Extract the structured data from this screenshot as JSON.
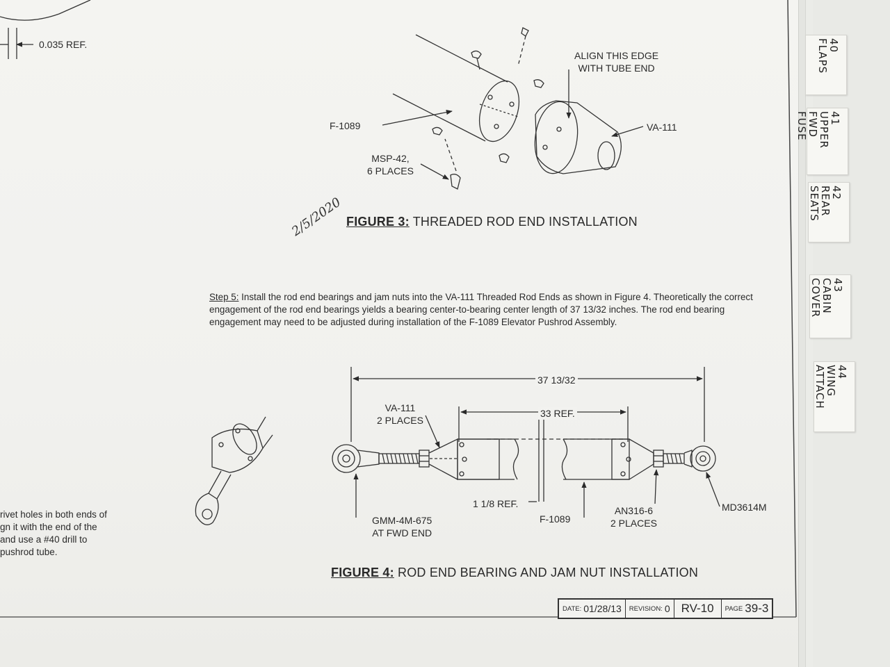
{
  "left_fragment": {
    "dim_label": "0.035 REF.",
    "lines": [
      "rivet holes in both ends of",
      "gn it with the end of the",
      "and use a #40 drill to",
      " pushrod tube."
    ]
  },
  "figure3": {
    "callouts": {
      "align_edge": "ALIGN THIS EDGE\nWITH TUBE END",
      "va111": "VA-111",
      "f1089": "F-1089",
      "msp42": "MSP-42,\n6 PLACES"
    },
    "handwritten_date": "2/5/2020",
    "title_num": "FIGURE 3:",
    "title_text": "THREADED ROD END INSTALLATION"
  },
  "step5": {
    "label": "Step 5:",
    "text": " Install the rod end bearings and jam nuts into the VA-111 Threaded Rod Ends as shown in Figure 4. Theoretically the correct engagement of the rod end bearings yields a bearing center-to-bearing center length of 37 13/32 inches.  The rod end bearing engagement may need to be adjusted during installation of the F-1089 Elevator Pushrod Assembly."
  },
  "figure4": {
    "overall_length": "37 13/32",
    "tube_length": "33 REF.",
    "callouts": {
      "va111": "VA-111\n2 PLACES",
      "gmm": "GMM-4M-675\nAT FWD END",
      "ref118": "1 1/8 REF.",
      "f1089": "F-1089",
      "an316": "AN316-6\n2 PLACES",
      "md3614": "MD3614M"
    },
    "title_num": "FIGURE 4:",
    "title_text": "ROD END BEARING AND JAM NUT INSTALLATION"
  },
  "title_block": {
    "date_label": "DATE:",
    "date": "01/28/13",
    "revision_label": "REVISION:",
    "revision": "0",
    "model": "RV-10",
    "page_label": "PAGE",
    "page": "39-3"
  },
  "tabs": [
    {
      "text": "40\nFLAPS"
    },
    {
      "text": "41\nUPPER\nFWD\nFUSE"
    },
    {
      "text": "42\nREAR\nSEATS"
    },
    {
      "text": "43\nCABIN\nCOVER"
    },
    {
      "text": "44\nWING\nATTACH"
    }
  ]
}
